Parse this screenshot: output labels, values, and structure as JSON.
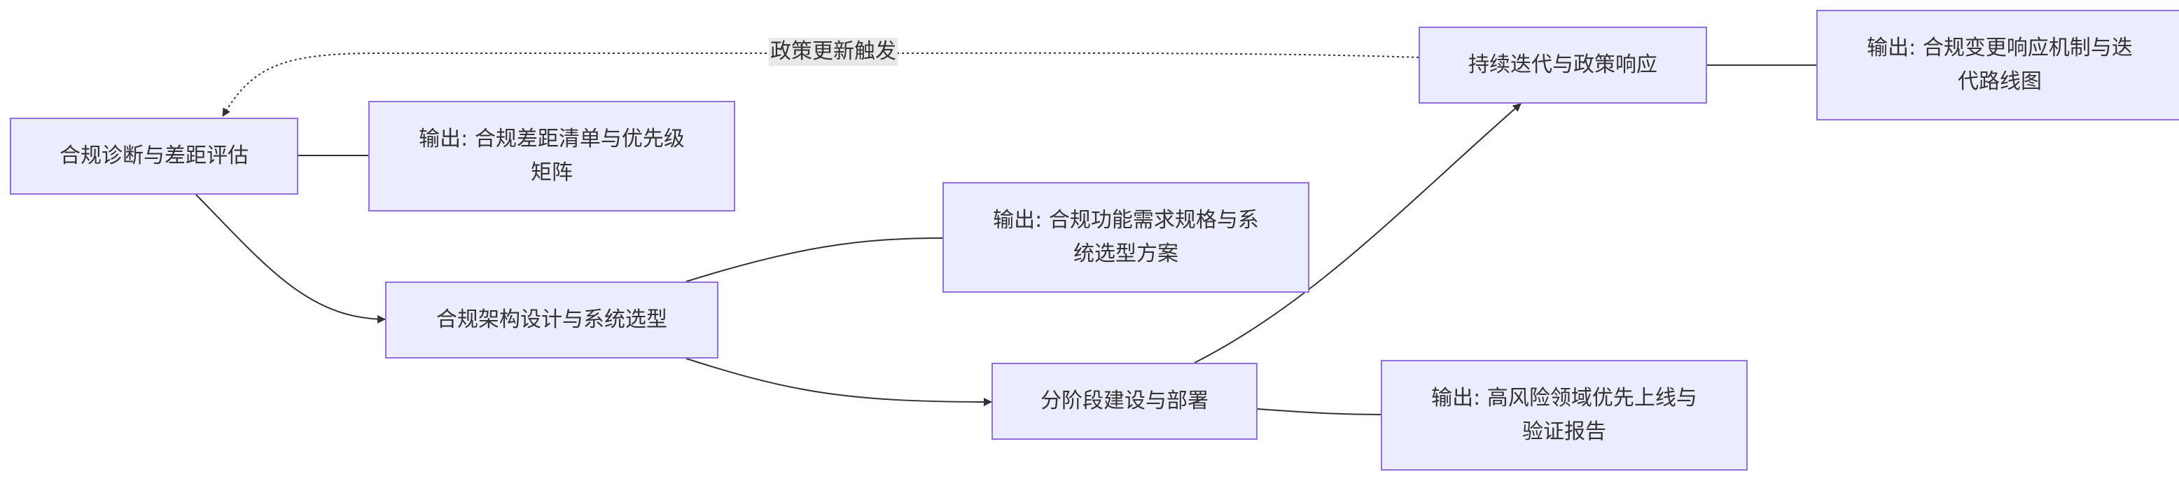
{
  "diagram": {
    "nodes": {
      "diagnosis": "合规诊断与差距评估",
      "diagnosis_output": "输出: 合规差距清单与优先级矩阵",
      "architecture": "合规架构设计与系统选型",
      "architecture_output": "输出: 合规功能需求规格与系统选型方案",
      "deployment": "分阶段建设与部署",
      "deployment_output": "输出: 高风险领域优先上线与验证报告",
      "iteration": "持续迭代与政策响应",
      "iteration_output": "输出: 合规变更响应机制与迭代路线图"
    },
    "edge_labels": {
      "policy_trigger": "政策更新触发"
    },
    "colors": {
      "node_fill": "#ECECFF",
      "node_border": "#9370DB",
      "edge": "#333333",
      "edge_label_bg": "#E8E8E8"
    }
  }
}
